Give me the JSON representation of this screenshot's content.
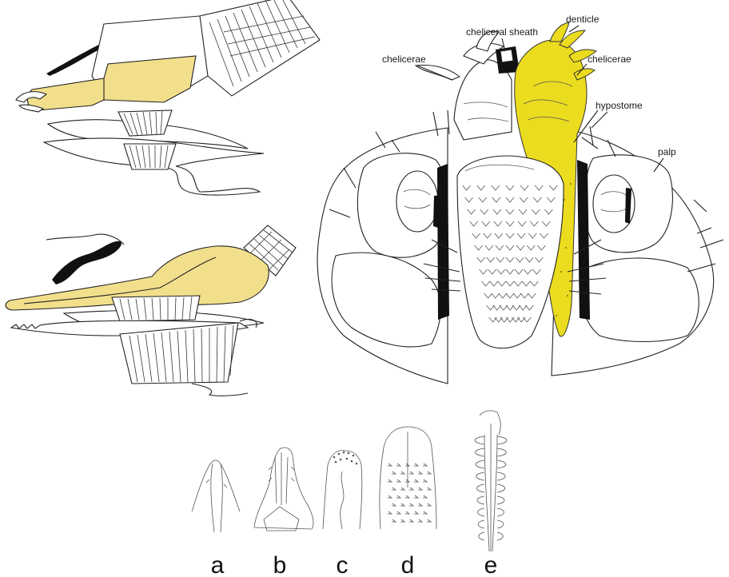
{
  "labels": {
    "cheliceral_sheath": "cheliceral sheath",
    "denticle": "denticle",
    "chelicerae_left": "chelicerae",
    "chelicerae_right": "chelicerae",
    "hypostome": "hypostome",
    "palp": "palp"
  },
  "panel_letters": [
    "a",
    "b",
    "c",
    "d",
    "e"
  ],
  "colors": {
    "highlight_pale": "#f2df8c",
    "highlight_bright": "#ecdc1f",
    "ink": "#111111"
  }
}
